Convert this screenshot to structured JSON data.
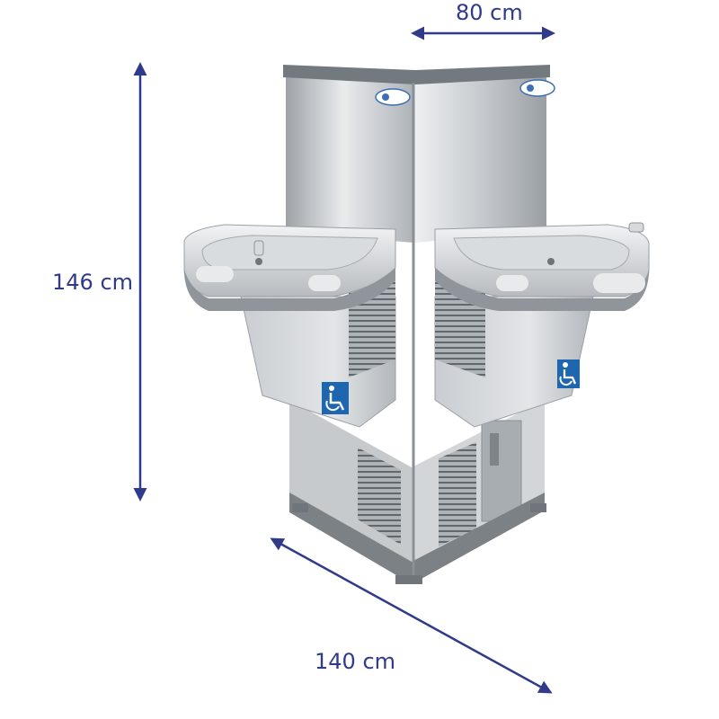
{
  "dimensions": {
    "width_label": "80 cm",
    "height_label": "146 cm",
    "depth_label": "140 cm"
  },
  "colors": {
    "dimension_line": "#2f3a8a",
    "steel_light": "#e6e8ea",
    "steel_mid": "#b9bdc1",
    "steel_dark": "#8d9297",
    "accessibility_blue": "#1e66b0"
  },
  "icons": [
    "brand-logo",
    "accessibility-icon",
    "faucet-icon"
  ]
}
